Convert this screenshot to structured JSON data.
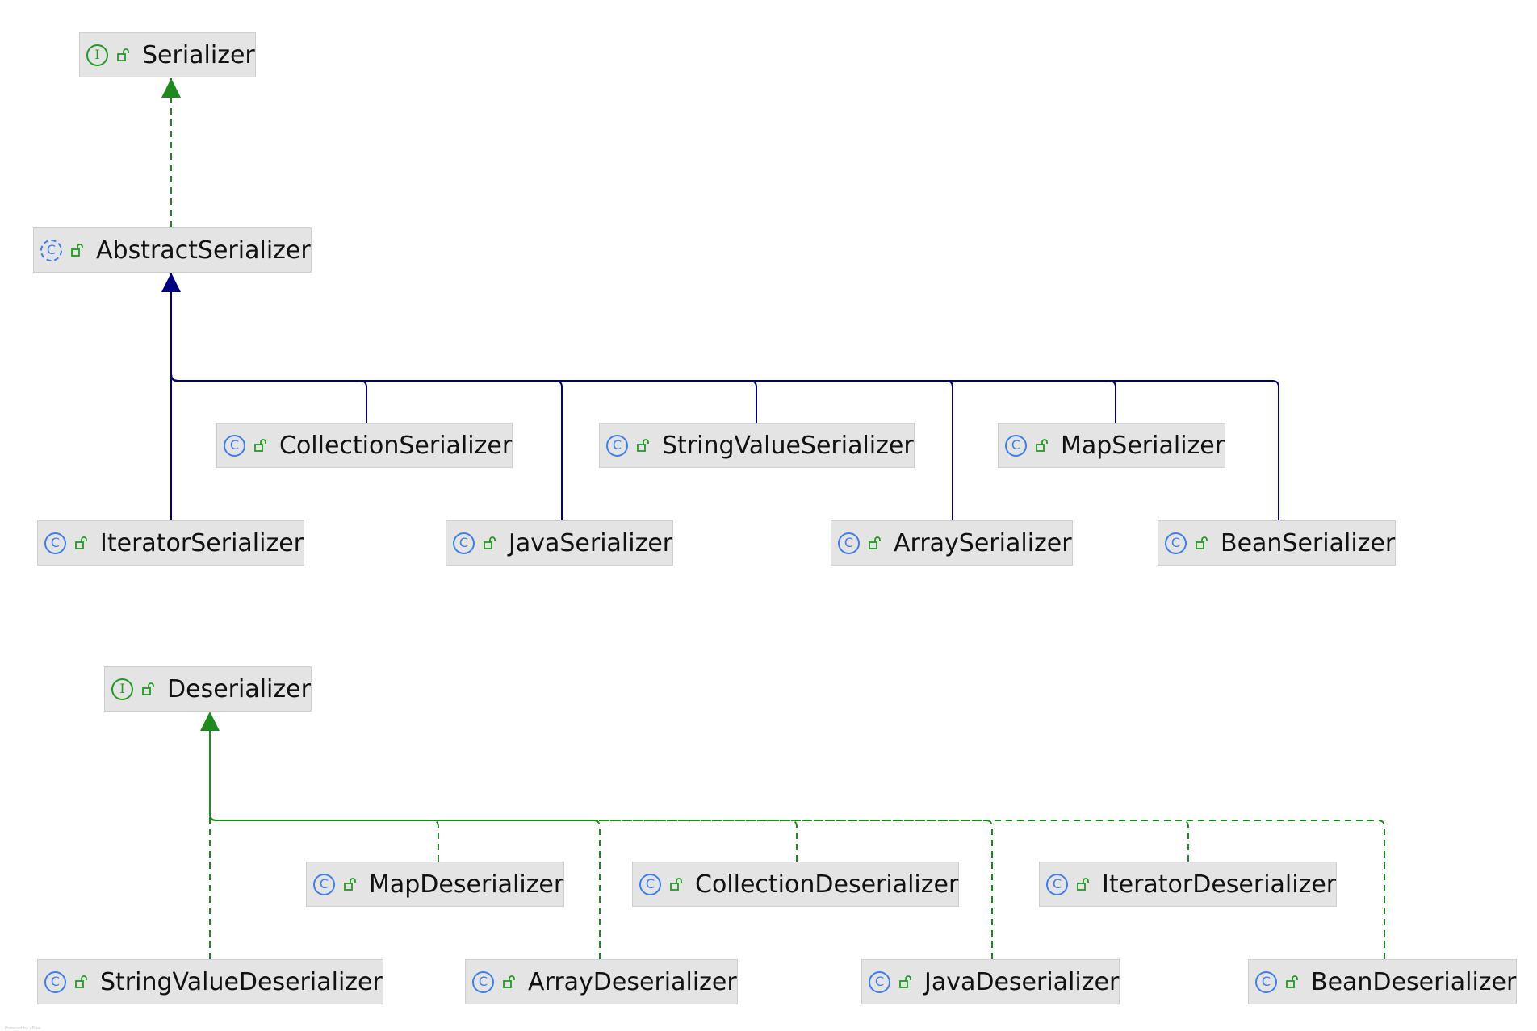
{
  "diagrams": [
    {
      "nodes": [
        {
          "id": "serializer",
          "label": "Serializer",
          "kind": "interface"
        },
        {
          "id": "abstract-serializer",
          "label": "AbstractSerializer",
          "kind": "abstract-class"
        },
        {
          "id": "collection-serializer",
          "label": "CollectionSerializer",
          "kind": "class"
        },
        {
          "id": "string-value-serializer",
          "label": "StringValueSerializer",
          "kind": "class"
        },
        {
          "id": "map-serializer",
          "label": "MapSerializer",
          "kind": "class"
        },
        {
          "id": "iterator-serializer",
          "label": "IteratorSerializer",
          "kind": "class"
        },
        {
          "id": "java-serializer",
          "label": "JavaSerializer",
          "kind": "class"
        },
        {
          "id": "array-serializer",
          "label": "ArraySerializer",
          "kind": "class"
        },
        {
          "id": "bean-serializer",
          "label": "BeanSerializer",
          "kind": "class"
        }
      ],
      "edges": [
        {
          "from": "abstract-serializer",
          "to": "serializer",
          "type": "implements"
        },
        {
          "from": "iterator-serializer",
          "to": "abstract-serializer",
          "type": "extends"
        },
        {
          "from": "collection-serializer",
          "to": "abstract-serializer",
          "type": "extends"
        },
        {
          "from": "java-serializer",
          "to": "abstract-serializer",
          "type": "extends"
        },
        {
          "from": "string-value-serializer",
          "to": "abstract-serializer",
          "type": "extends"
        },
        {
          "from": "array-serializer",
          "to": "abstract-serializer",
          "type": "extends"
        },
        {
          "from": "map-serializer",
          "to": "abstract-serializer",
          "type": "extends"
        },
        {
          "from": "bean-serializer",
          "to": "abstract-serializer",
          "type": "extends"
        }
      ]
    },
    {
      "nodes": [
        {
          "id": "deserializer",
          "label": "Deserializer",
          "kind": "interface"
        },
        {
          "id": "map-deserializer",
          "label": "MapDeserializer",
          "kind": "class"
        },
        {
          "id": "collection-deserializer",
          "label": "CollectionDeserializer",
          "kind": "class"
        },
        {
          "id": "iterator-deserializer",
          "label": "IteratorDeserializer",
          "kind": "class"
        },
        {
          "id": "string-value-deserializer",
          "label": "StringValueDeserializer",
          "kind": "class"
        },
        {
          "id": "array-deserializer",
          "label": "ArrayDeserializer",
          "kind": "class"
        },
        {
          "id": "java-deserializer",
          "label": "JavaDeserializer",
          "kind": "class"
        },
        {
          "id": "bean-deserializer",
          "label": "BeanDeserializer",
          "kind": "class"
        }
      ],
      "edges": [
        {
          "from": "string-value-deserializer",
          "to": "deserializer",
          "type": "implements"
        },
        {
          "from": "map-deserializer",
          "to": "deserializer",
          "type": "implements"
        },
        {
          "from": "array-deserializer",
          "to": "deserializer",
          "type": "implements"
        },
        {
          "from": "collection-deserializer",
          "to": "deserializer",
          "type": "implements"
        },
        {
          "from": "java-deserializer",
          "to": "deserializer",
          "type": "implements"
        },
        {
          "from": "iterator-deserializer",
          "to": "deserializer",
          "type": "implements"
        },
        {
          "from": "bean-deserializer",
          "to": "deserializer",
          "type": "implements"
        }
      ]
    }
  ],
  "icons": {
    "class": "class-icon",
    "abstract-class": "abstract-class-icon",
    "interface": "interface-icon",
    "visibility": "public-visibility-icon"
  },
  "icon_glyphs": {
    "class": "C",
    "abstract-class": "C",
    "interface": "I"
  },
  "colors": {
    "extends_edge": "#00007f",
    "implements_edge": "#1e8a1e",
    "node_background": "#e4e4e4",
    "class_icon": "#3d7ef0",
    "interface_icon": "#219a21",
    "visibility_icon": "#219a21"
  },
  "watermark": "Powered by yFiles"
}
